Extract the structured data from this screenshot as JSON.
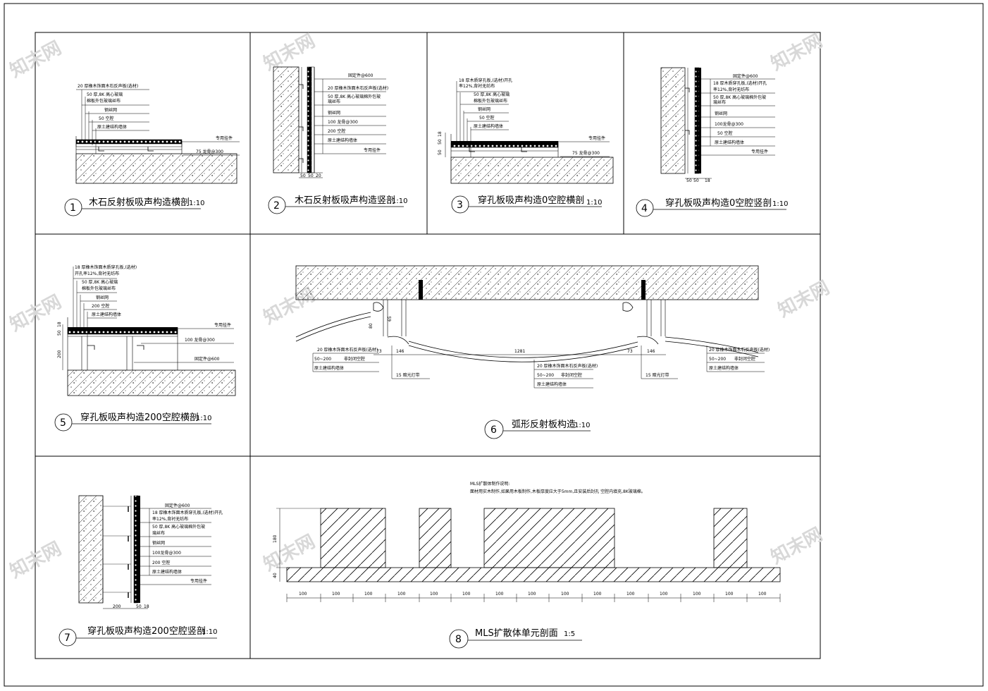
{
  "watermark": "知末网",
  "details": [
    {
      "number": "1",
      "title": "木石反射板吸声构造横剖",
      "scale": "1:10",
      "labels": [
        "20 厚橡木饰面木石反声板(选材)",
        "50 厚,8K 高心玻璃",
        "棉板外包玻璃丝布",
        "钢丝网",
        "50 空腔",
        "原土建结构墙体",
        "专用挂件",
        "75 龙骨@300"
      ]
    },
    {
      "number": "2",
      "title": "木石反射板吸声构造竖剖",
      "scale": "1:10",
      "labels": [
        "固定件@600",
        "20 厚橡木饰面木石反声板(选材)",
        "50 厚,8K 高心玻璃棉外包玻",
        "璃丝布",
        "钢丝网",
        "100 龙骨@300",
        "200 空腔",
        "原土建结构墙体",
        "专用挂件"
      ],
      "dims": [
        "50",
        "50",
        "20"
      ]
    },
    {
      "number": "3",
      "title": "穿孔板吸声构造0空腔横剖",
      "scale": "1:10",
      "labels": [
        "18 厚木质穿孔板,(选材)开孔",
        "率12%,背衬无纺布",
        "50 厚,8K 高心玻璃",
        "棉板外包玻璃丝布",
        "钢丝网",
        "50 空腔",
        "原土建结构墙体",
        "专用挂件",
        "75 龙骨@300"
      ],
      "dims": [
        "50",
        "50",
        "18"
      ]
    },
    {
      "number": "4",
      "title": "穿孔板吸声构造0空腔竖剖",
      "scale": "1:10",
      "labels": [
        "固定件@600",
        "18 厚木质穿孔板,(选材)开孔",
        "率12%,背衬无纺布",
        "50 厚,8K 高心玻璃棉外包玻",
        "璃丝布",
        "钢丝网",
        "100龙骨@300",
        "50 空腔",
        "原土建结构墙体",
        "专用挂件"
      ],
      "dims": [
        "50",
        "50",
        "18"
      ]
    },
    {
      "number": "5",
      "title": "穿孔板吸声构造200空腔横剖",
      "scale": "1:10",
      "labels": [
        "18 厚橡木饰面木质穿孔板,(选材)",
        "开孔率12%,背衬无纺布",
        "50 厚,8K 高心玻璃",
        "棉板外包玻璃丝布",
        "钢丝网",
        "200 空腔",
        "原土建结构墙体",
        "专用挂件",
        "100 龙骨@300",
        "固定件@600"
      ],
      "dims": [
        "200",
        "50",
        "18"
      ]
    },
    {
      "number": "6",
      "title": "弧形反射板构造",
      "scale": "1:10",
      "labels": [
        "20 厚橡木饰面木石反声板(选材)",
        "50~200",
        "非封闭空腔",
        "原土建结构墙体",
        "15 暗光灯带",
        "20 厚橡木饰面木石反声板(选材)",
        "50~200",
        "非封闭空腔",
        "原土建结构墙体",
        "15 暗光灯带",
        "20 厚橡木饰面木石反声板(选材)",
        "50~200",
        "非封闭空腔",
        "原土建结构墙体"
      ],
      "dims": [
        "80",
        "65",
        "73",
        "146",
        "1281",
        "73",
        "146"
      ]
    },
    {
      "number": "7",
      "title": "穿孔板吸声构造200空腔竖剖",
      "scale": "1:10",
      "labels": [
        "固定件@600",
        "18 厚橡木饰面木质穿孔板,(选材)开孔",
        "率12%,背衬无纺布",
        "50 厚,8K 高心玻璃棉外包玻",
        "璃丝布",
        "钢丝网",
        "100龙骨@300",
        "200 空腔",
        "原土建结构墙体",
        "专用挂件"
      ],
      "dims": [
        "200",
        "50",
        "18"
      ]
    },
    {
      "number": "8",
      "title": "MLS扩散体单元剖面",
      "scale": "1:5",
      "notes": [
        "MLS扩散体制作说明:",
        "面材用实木制作,如果用木板制作,木板厚度应大于5mm,且安装后封孔 空腔内填充,8K玻璃棉。"
      ],
      "dims_v": [
        "180",
        "40"
      ],
      "dims_h": [
        "100",
        "100",
        "100",
        "100",
        "100",
        "100",
        "100",
        "100",
        "100",
        "100",
        "100",
        "100",
        "100",
        "100",
        "100"
      ]
    }
  ]
}
